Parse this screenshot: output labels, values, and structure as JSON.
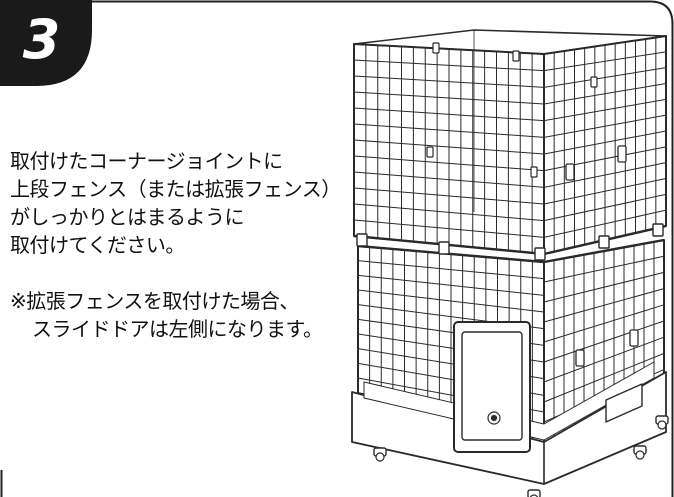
{
  "step": {
    "number": "3"
  },
  "instruction": {
    "lines": [
      "取付けたコーナージョイントに",
      "上段フェンス（または拡張フェンス）",
      "がしっかりとはまるように",
      "取付けてください。"
    ]
  },
  "note": {
    "lines": [
      "※拡張フェンスを取付けた場合、",
      "スライドドアは左側になります。"
    ]
  },
  "colors": {
    "badge": "#1a1a1a",
    "frame": "#222222",
    "text": "#111111"
  },
  "illustration": {
    "name": "two-tier-pet-cage"
  }
}
